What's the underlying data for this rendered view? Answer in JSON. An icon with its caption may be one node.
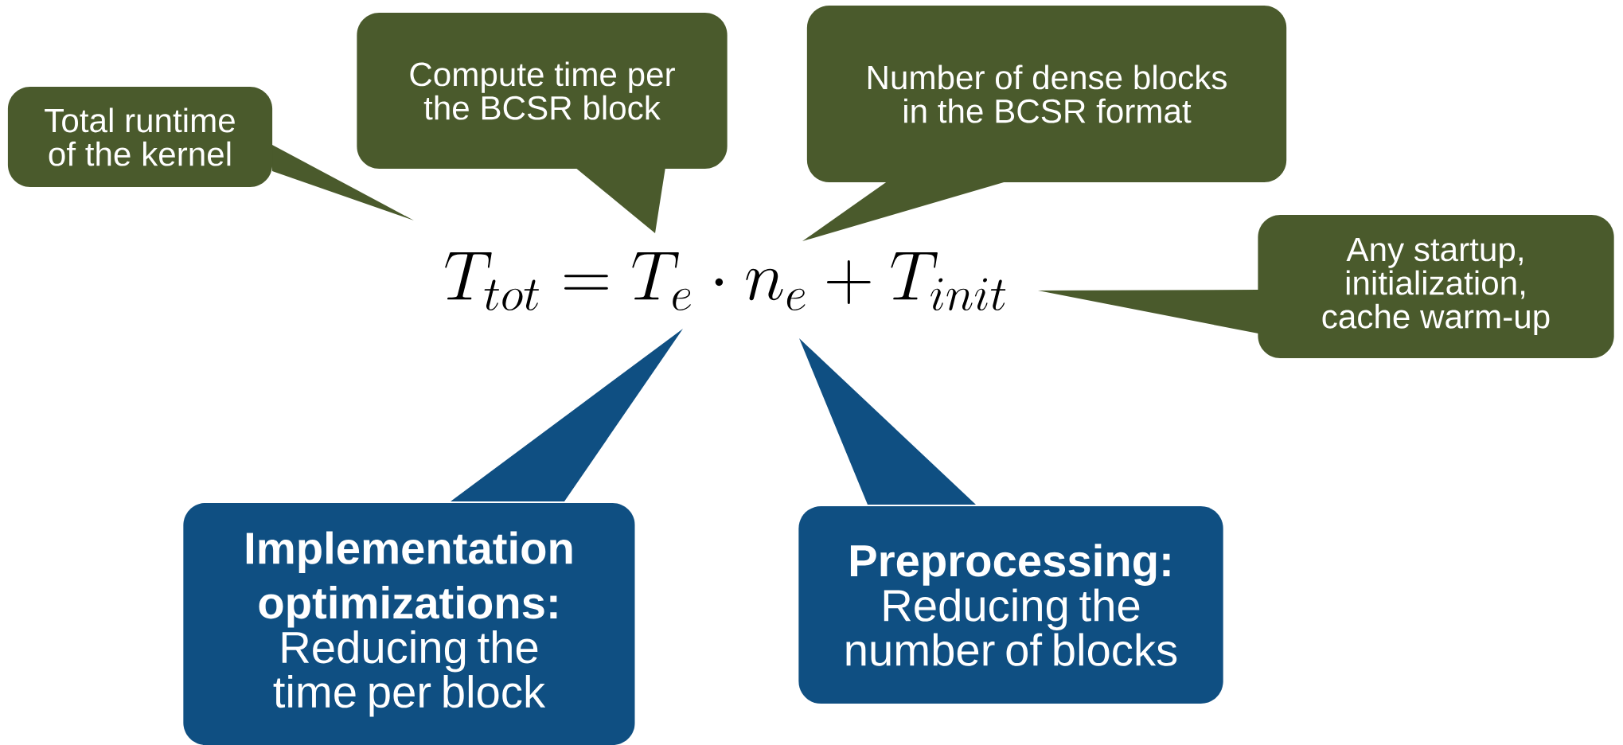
{
  "diagram": {
    "nodes": [
      {
        "text": [
          "Total runtime of the kernel"
        ]
      },
      {
        "text": [
          "Compute time per the BCSR block"
        ]
      },
      {
        "text": [
          "Number of dense blocks in the BCSR format"
        ]
      },
      {
        "text": [
          "T_{tot} = T_e \\cdot n_e + T_{init}"
        ]
      },
      {
        "text": [
          "Any startup, initialization, cache warm-up"
        ]
      },
      {
        "text": [
          "Implementation optimizations:",
          "Reducing the time per block"
        ]
      },
      {
        "text": [
          "Preprocessing:",
          "Reducing the number of blocks"
        ]
      }
    ]
  }
}
